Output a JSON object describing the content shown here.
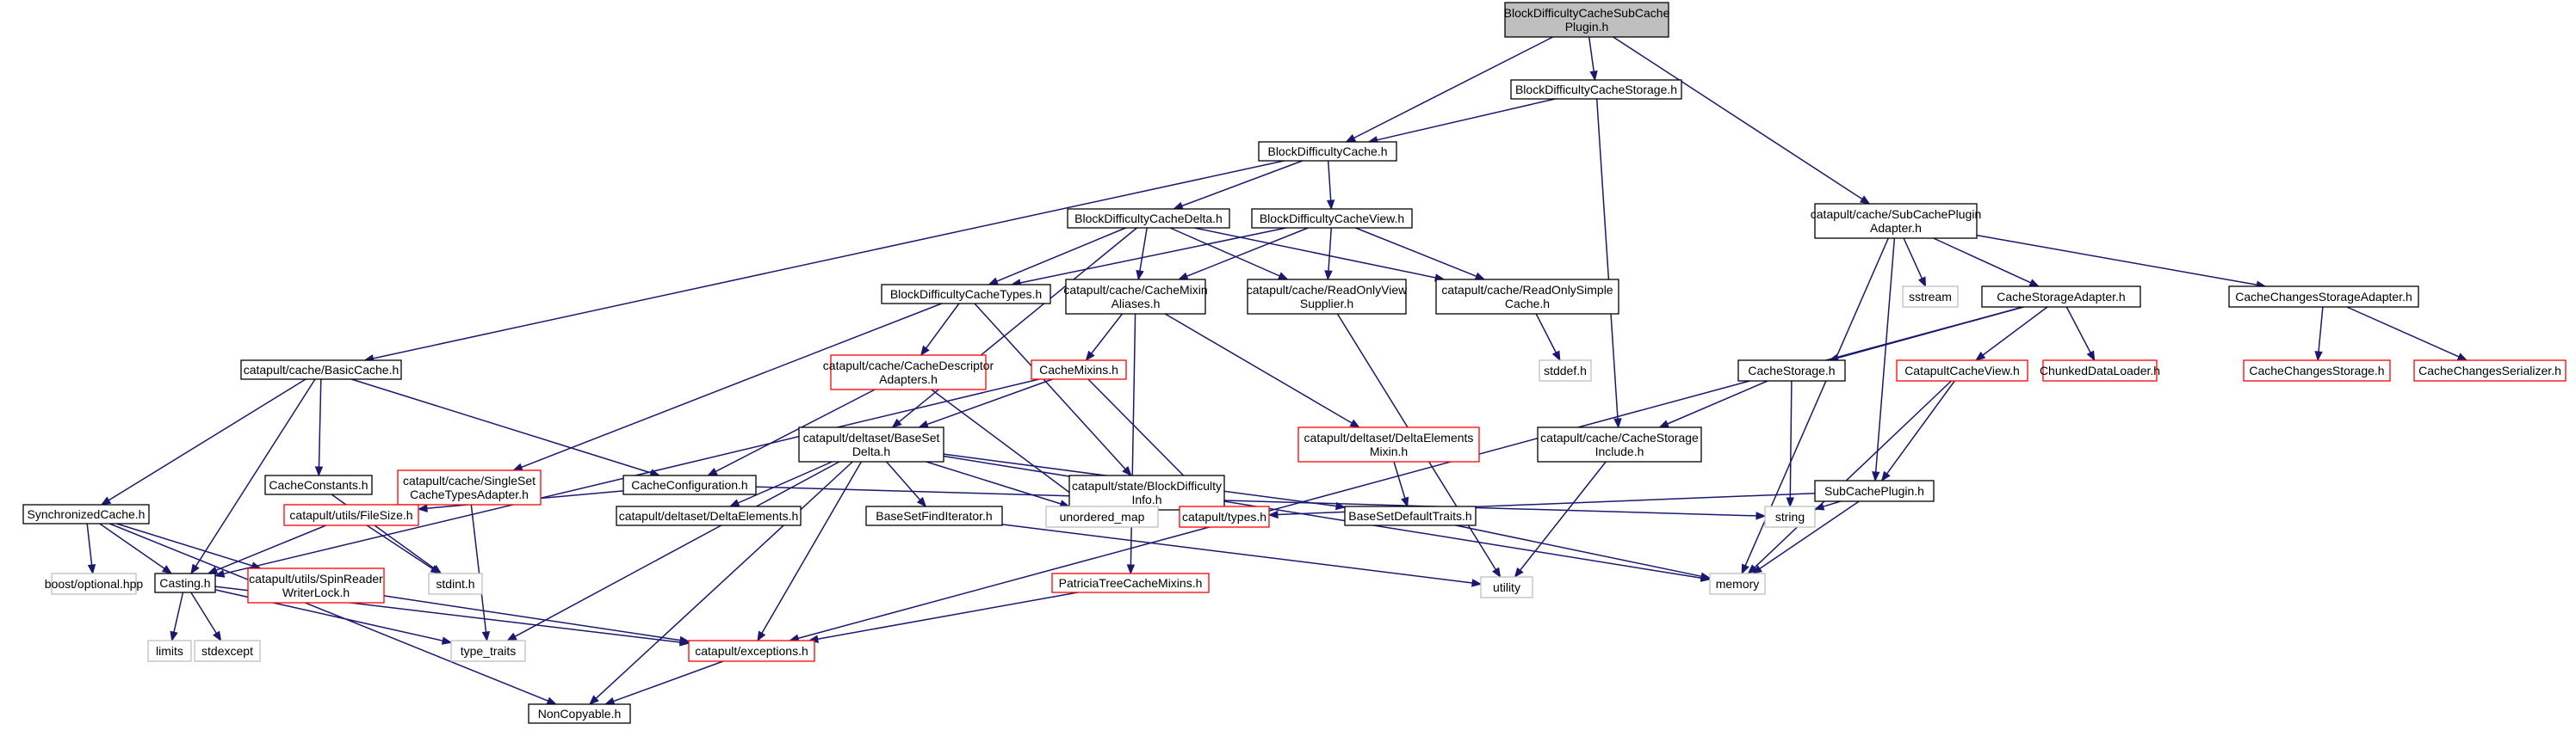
{
  "diagram": {
    "title": "",
    "colors": {
      "edge": "#191970",
      "root_fill": "#bfbfbf",
      "node_border": "#000000",
      "truncated_border": "#ff0000",
      "external_border": "#bfbfbf"
    },
    "nodes": [
      {
        "id": "root",
        "kind": "root",
        "lines": [
          "BlockDifficultyCacheSubCache",
          "Plugin.h"
        ]
      },
      {
        "id": "bdc_storage",
        "kind": "normal",
        "lines": [
          "BlockDifficultyCacheStorage.h"
        ]
      },
      {
        "id": "bdc",
        "kind": "normal",
        "lines": [
          "BlockDifficultyCache.h"
        ]
      },
      {
        "id": "subcache_adapter",
        "kind": "normal",
        "lines": [
          "catapult/cache/SubCachePlugin",
          "Adapter.h"
        ]
      },
      {
        "id": "bdc_delta",
        "kind": "normal",
        "lines": [
          "BlockDifficultyCacheDelta.h"
        ]
      },
      {
        "id": "bdc_view",
        "kind": "normal",
        "lines": [
          "BlockDifficultyCacheView.h"
        ]
      },
      {
        "id": "bdc_types",
        "kind": "normal",
        "lines": [
          "BlockDifficultyCacheTypes.h"
        ]
      },
      {
        "id": "cache_mixin_aliases",
        "kind": "normal",
        "lines": [
          "catapult/cache/CacheMixin",
          "Aliases.h"
        ]
      },
      {
        "id": "readonly_view_supplier",
        "kind": "normal",
        "lines": [
          "catapult/cache/ReadOnlyView",
          "Supplier.h"
        ]
      },
      {
        "id": "readonly_simple_cache",
        "kind": "normal",
        "lines": [
          "catapult/cache/ReadOnlySimple",
          "Cache.h"
        ]
      },
      {
        "id": "sstream",
        "kind": "ext",
        "lines": [
          "sstream"
        ]
      },
      {
        "id": "cache_storage_adapter",
        "kind": "normal",
        "lines": [
          "CacheStorageAdapter.h"
        ]
      },
      {
        "id": "cache_changes_storage_adapter",
        "kind": "normal",
        "lines": [
          "CacheChangesStorageAdapter.h"
        ]
      },
      {
        "id": "basic_cache",
        "kind": "normal",
        "lines": [
          "catapult/cache/BasicCache.h"
        ]
      },
      {
        "id": "cache_descriptor_adapters",
        "kind": "trunc",
        "lines": [
          "catapult/cache/CacheDescriptor",
          "Adapters.h"
        ]
      },
      {
        "id": "cache_mixins",
        "kind": "trunc",
        "lines": [
          "CacheMixins.h"
        ]
      },
      {
        "id": "stddef",
        "kind": "ext",
        "lines": [
          "stddef.h"
        ]
      },
      {
        "id": "cache_storage",
        "kind": "normal",
        "lines": [
          "CacheStorage.h"
        ]
      },
      {
        "id": "catapult_cache_view",
        "kind": "trunc",
        "lines": [
          "CatapultCacheView.h"
        ]
      },
      {
        "id": "chunked_data_loader",
        "kind": "trunc",
        "lines": [
          "ChunkedDataLoader.h"
        ]
      },
      {
        "id": "cache_changes_storage",
        "kind": "trunc",
        "lines": [
          "CacheChangesStorage.h"
        ]
      },
      {
        "id": "cache_changes_serializer",
        "kind": "trunc",
        "lines": [
          "CacheChangesSerializer.h"
        ]
      },
      {
        "id": "cache_constants",
        "kind": "normal",
        "lines": [
          "CacheConstants.h"
        ]
      },
      {
        "id": "single_set_adapter",
        "kind": "trunc",
        "lines": [
          "catapult/cache/SingleSet",
          "CacheTypesAdapter.h"
        ]
      },
      {
        "id": "cache_configuration",
        "kind": "normal",
        "lines": [
          "CacheConfiguration.h"
        ]
      },
      {
        "id": "base_set_delta",
        "kind": "normal",
        "lines": [
          "catapult/deltaset/BaseSet",
          "Delta.h"
        ]
      },
      {
        "id": "block_difficulty_info",
        "kind": "normal",
        "lines": [
          "catapult/state/BlockDifficulty",
          "Info.h"
        ]
      },
      {
        "id": "delta_elements_mixin",
        "kind": "trunc",
        "lines": [
          "catapult/deltaset/DeltaElements",
          "Mixin.h"
        ]
      },
      {
        "id": "cache_storage_include",
        "kind": "normal",
        "lines": [
          "catapult/cache/CacheStorage",
          "Include.h"
        ]
      },
      {
        "id": "subcache_plugin",
        "kind": "normal",
        "lines": [
          "SubCachePlugin.h"
        ]
      },
      {
        "id": "synchronized_cache",
        "kind": "normal",
        "lines": [
          "SynchronizedCache.h"
        ]
      },
      {
        "id": "file_size",
        "kind": "trunc",
        "lines": [
          "catapult/utils/FileSize.h"
        ]
      },
      {
        "id": "delta_elements",
        "kind": "normal",
        "lines": [
          "catapult/deltaset/DeltaElements.h"
        ]
      },
      {
        "id": "base_set_find_iterator",
        "kind": "normal",
        "lines": [
          "BaseSetFindIterator.h"
        ]
      },
      {
        "id": "unordered_map",
        "kind": "ext",
        "lines": [
          "unordered_map"
        ]
      },
      {
        "id": "types",
        "kind": "trunc",
        "lines": [
          "catapult/types.h"
        ]
      },
      {
        "id": "base_set_default_traits",
        "kind": "normal",
        "lines": [
          "BaseSetDefaultTraits.h"
        ]
      },
      {
        "id": "string",
        "kind": "ext",
        "lines": [
          "string"
        ]
      },
      {
        "id": "boost_optional",
        "kind": "ext",
        "lines": [
          "boost/optional.hpp"
        ]
      },
      {
        "id": "casting",
        "kind": "normal",
        "lines": [
          "Casting.h"
        ]
      },
      {
        "id": "spin_reader_writer_lock",
        "kind": "trunc",
        "lines": [
          "catapult/utils/SpinReader",
          "WriterLock.h"
        ]
      },
      {
        "id": "stdint",
        "kind": "ext",
        "lines": [
          "stdint.h"
        ]
      },
      {
        "id": "utility",
        "kind": "ext",
        "lines": [
          "utility"
        ]
      },
      {
        "id": "memory",
        "kind": "ext",
        "lines": [
          "memory"
        ]
      },
      {
        "id": "patricia_tree_cache_mixins",
        "kind": "trunc",
        "lines": [
          "PatriciaTreeCacheMixins.h"
        ]
      },
      {
        "id": "limits",
        "kind": "ext",
        "lines": [
          "limits"
        ]
      },
      {
        "id": "stdexcept",
        "kind": "ext",
        "lines": [
          "stdexcept"
        ]
      },
      {
        "id": "type_traits",
        "kind": "ext",
        "lines": [
          "type_traits"
        ]
      },
      {
        "id": "exceptions",
        "kind": "trunc",
        "lines": [
          "catapult/exceptions.h"
        ]
      },
      {
        "id": "noncopyable",
        "kind": "normal",
        "lines": [
          "NonCopyable.h"
        ]
      }
    ],
    "edges": [
      [
        "root",
        "bdc_storage"
      ],
      [
        "root",
        "bdc"
      ],
      [
        "root",
        "subcache_adapter"
      ],
      [
        "bdc_storage",
        "bdc"
      ],
      [
        "bdc_storage",
        "cache_storage_include"
      ],
      [
        "bdc",
        "bdc_delta"
      ],
      [
        "bdc",
        "bdc_view"
      ],
      [
        "bdc",
        "basic_cache"
      ],
      [
        "bdc_delta",
        "bdc_types"
      ],
      [
        "bdc_delta",
        "cache_mixin_aliases"
      ],
      [
        "bdc_delta",
        "readonly_view_supplier"
      ],
      [
        "bdc_delta",
        "readonly_simple_cache"
      ],
      [
        "bdc_delta",
        "base_set_delta"
      ],
      [
        "bdc_view",
        "bdc_types"
      ],
      [
        "bdc_view",
        "cache_mixin_aliases"
      ],
      [
        "bdc_view",
        "readonly_view_supplier"
      ],
      [
        "bdc_view",
        "readonly_simple_cache"
      ],
      [
        "bdc_types",
        "single_set_adapter"
      ],
      [
        "bdc_types",
        "cache_descriptor_adapters"
      ],
      [
        "bdc_types",
        "block_difficulty_info"
      ],
      [
        "cache_mixin_aliases",
        "cache_mixins"
      ],
      [
        "cache_mixin_aliases",
        "delta_elements_mixin"
      ],
      [
        "cache_mixin_aliases",
        "patricia_tree_cache_mixins"
      ],
      [
        "readonly_view_supplier",
        "utility"
      ],
      [
        "readonly_simple_cache",
        "stddef"
      ],
      [
        "subcache_adapter",
        "sstream"
      ],
      [
        "subcache_adapter",
        "cache_storage_adapter"
      ],
      [
        "subcache_adapter",
        "cache_changes_storage_adapter"
      ],
      [
        "subcache_adapter",
        "subcache_plugin"
      ],
      [
        "subcache_adapter",
        "memory"
      ],
      [
        "cache_storage_adapter",
        "cache_storage"
      ],
      [
        "cache_storage_adapter",
        "catapult_cache_view"
      ],
      [
        "cache_storage_adapter",
        "chunked_data_loader"
      ],
      [
        "cache_storage_adapter",
        "exceptions"
      ],
      [
        "cache_changes_storage_adapter",
        "cache_changes_storage"
      ],
      [
        "cache_changes_storage_adapter",
        "cache_changes_serializer"
      ],
      [
        "basic_cache",
        "cache_constants"
      ],
      [
        "basic_cache",
        "cache_configuration"
      ],
      [
        "basic_cache",
        "synchronized_cache"
      ],
      [
        "basic_cache",
        "casting"
      ],
      [
        "cache_descriptor_adapters",
        "cache_configuration"
      ],
      [
        "cache_descriptor_adapters",
        "unordered_map"
      ],
      [
        "cache_mixins",
        "base_set_delta"
      ],
      [
        "cache_mixins",
        "casting"
      ],
      [
        "cache_mixins",
        "types"
      ],
      [
        "cache_storage",
        "cache_storage_include"
      ],
      [
        "cache_storage",
        "string"
      ],
      [
        "catapult_cache_view",
        "subcache_plugin"
      ],
      [
        "catapult_cache_view",
        "memory"
      ],
      [
        "cache_constants",
        "stdint"
      ],
      [
        "single_set_adapter",
        "type_traits"
      ],
      [
        "cache_configuration",
        "file_size"
      ],
      [
        "cache_configuration",
        "string"
      ],
      [
        "base_set_delta",
        "delta_elements"
      ],
      [
        "base_set_delta",
        "base_set_find_iterator"
      ],
      [
        "base_set_delta",
        "unordered_map"
      ],
      [
        "base_set_delta",
        "base_set_default_traits"
      ],
      [
        "base_set_delta",
        "exceptions"
      ],
      [
        "base_set_delta",
        "noncopyable"
      ],
      [
        "base_set_delta",
        "type_traits"
      ],
      [
        "base_set_delta",
        "memory"
      ],
      [
        "block_difficulty_info",
        "types"
      ],
      [
        "delta_elements_mixin",
        "base_set_default_traits"
      ],
      [
        "cache_storage_include",
        "utility"
      ],
      [
        "subcache_plugin",
        "types"
      ],
      [
        "subcache_plugin",
        "string"
      ],
      [
        "subcache_plugin",
        "memory"
      ],
      [
        "synchronized_cache",
        "boost_optional"
      ],
      [
        "synchronized_cache",
        "spin_reader_writer_lock"
      ],
      [
        "synchronized_cache",
        "noncopyable"
      ],
      [
        "synchronized_cache",
        "casting"
      ],
      [
        "file_size",
        "casting"
      ],
      [
        "file_size",
        "stdint"
      ],
      [
        "base_set_find_iterator",
        "utility"
      ],
      [
        "base_set_default_traits",
        "memory"
      ],
      [
        "casting",
        "limits"
      ],
      [
        "casting",
        "stdexcept"
      ],
      [
        "casting",
        "type_traits"
      ],
      [
        "casting",
        "exceptions"
      ],
      [
        "spin_reader_writer_lock",
        "exceptions"
      ],
      [
        "patricia_tree_cache_mixins",
        "exceptions"
      ],
      [
        "exceptions",
        "noncopyable"
      ]
    ]
  }
}
